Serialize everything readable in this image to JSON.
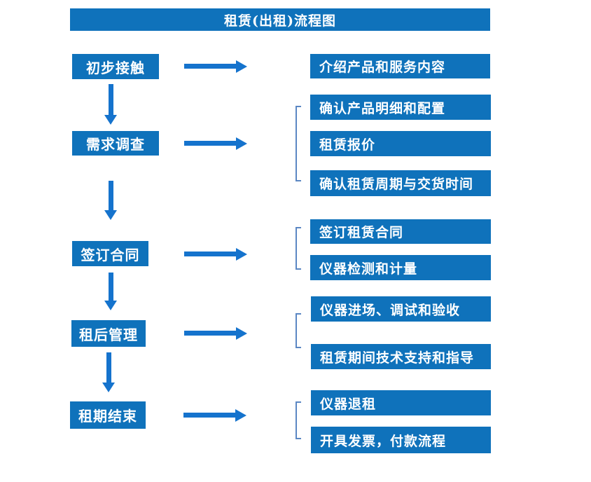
{
  "title": "租赁(出租)流程图",
  "colors": {
    "box_blue": "#0f72bb",
    "arrow_blue": "#1573cd",
    "bracket_blue": "#5b87c3",
    "text": "#ffffff",
    "background": "#ffffff"
  },
  "steps": [
    {
      "label": "初步接触",
      "details": [
        "介绍产品和服务内容"
      ]
    },
    {
      "label": "需求调查",
      "details": [
        "确认产品明细和配置",
        "租赁报价",
        "确认租赁周期与交货时间"
      ]
    },
    {
      "label": "签订合同",
      "details": [
        "签订租赁合同",
        "仪器检测和计量"
      ]
    },
    {
      "label": "租后管理",
      "details": [
        "仪器进场、调试和验收",
        "租赁期间技术支持和指导"
      ]
    },
    {
      "label": "租期结束",
      "details": [
        "仪器退租",
        "开具发票，付款流程"
      ]
    }
  ]
}
